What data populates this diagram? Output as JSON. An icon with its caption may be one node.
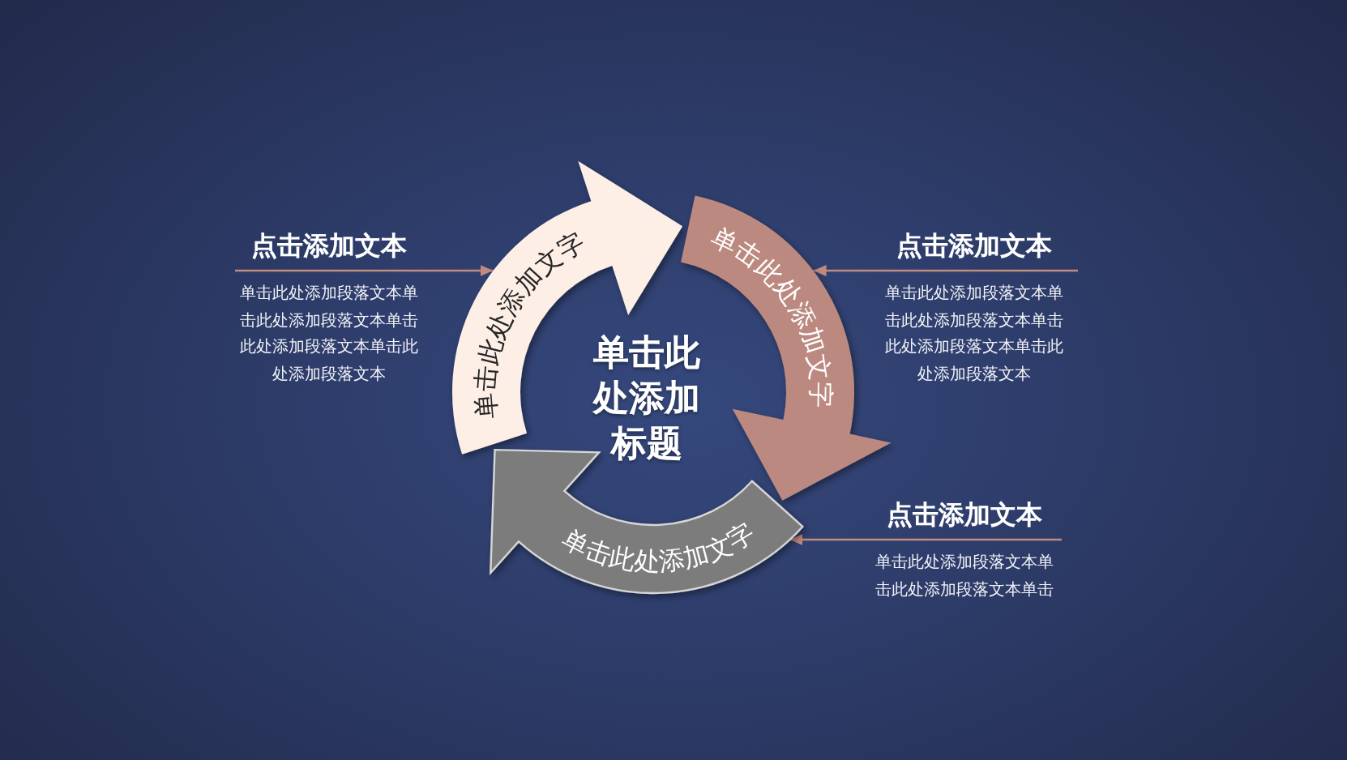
{
  "diagram": {
    "title": "单击此处添加标题",
    "nodes": [
      {
        "text": [
          "单击此处添加文字"
        ]
      },
      {
        "text": [
          "单击此处添加文字"
        ]
      },
      {
        "text": [
          "单击此处添加文字"
        ]
      },
      {
        "text": [
          "点击添加文本",
          "单击此处添加段落文本单击此处添加段落文本单击此处添加段落文本单击此处添加段落文本"
        ]
      },
      {
        "text": [
          "点击添加文本",
          "单击此处添加段落文本单击此处添加段落文本单击此处添加段落文本单击此处添加段落文本"
        ]
      },
      {
        "text": [
          "点击添加文本",
          "单击此处添加段落文本单击此处添加段落文本单击"
        ]
      }
    ],
    "edges": [
      {
        "from": 3,
        "to": 0,
        "arrow": "to"
      },
      {
        "from": 4,
        "to": 1,
        "arrow": "to"
      },
      {
        "from": 5,
        "to": 2,
        "arrow": "to"
      }
    ]
  }
}
